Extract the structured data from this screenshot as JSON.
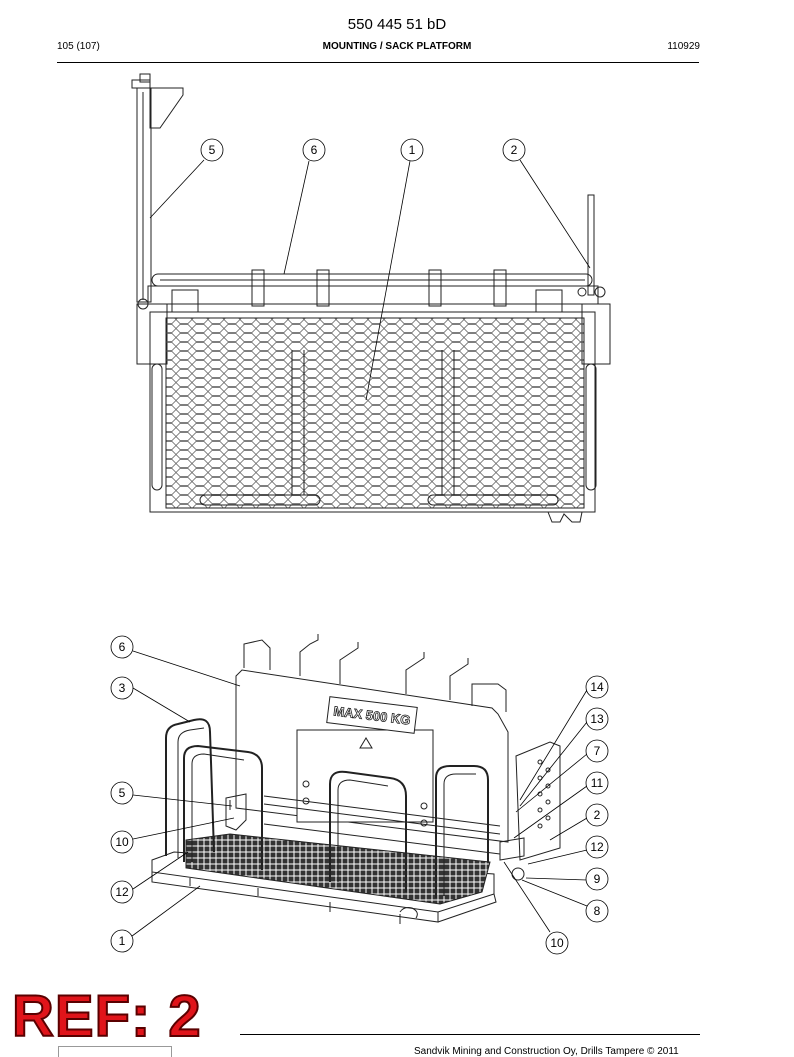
{
  "header": {
    "doc_number": "550 445 51 bD",
    "page": "105 (107)",
    "title": "MOUNTING / SACK PLATFORM",
    "code": "110929"
  },
  "top_view_callouts": [
    "5",
    "6",
    "1",
    "2"
  ],
  "iso_view_callouts": {
    "left": [
      "6",
      "3",
      "5",
      "10",
      "12",
      "1"
    ],
    "right": [
      "14",
      "13",
      "7",
      "11",
      "2",
      "12",
      "9",
      "8",
      "10"
    ]
  },
  "platform_label": "MAX 500 KG",
  "ref_badge": "REF: 2",
  "footer": {
    "copyright": "Sandvik Mining and Construction Oy, Drills Tampere © 2011"
  }
}
